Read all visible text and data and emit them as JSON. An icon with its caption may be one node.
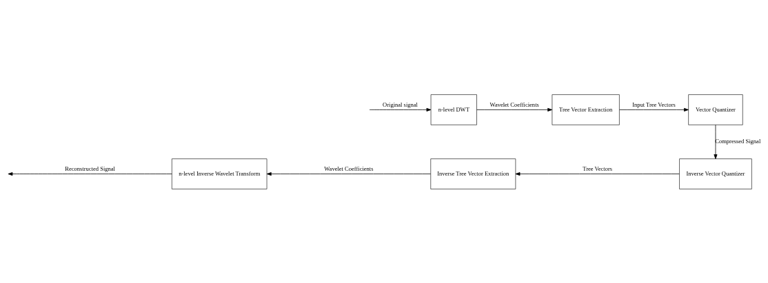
{
  "diagram": {
    "nodes": [
      {
        "text": [
          "n-level DWT"
        ]
      },
      {
        "text": [
          "Tree Vector Extraction"
        ]
      },
      {
        "text": [
          "Vector Quantizer"
        ]
      },
      {
        "text": [
          "Inverse Vector Quantizer"
        ]
      },
      {
        "text": [
          "Inverse Tree Vector Extraction"
        ]
      },
      {
        "text": [
          "n-level Inverse Wavelet Transform"
        ]
      }
    ],
    "edges": [
      {
        "from": null,
        "to": 0,
        "arrow": "to",
        "label": "Original signal"
      },
      {
        "from": 0,
        "to": 1,
        "arrow": "to",
        "label": "Wavelet Coefficients"
      },
      {
        "from": 1,
        "to": 2,
        "arrow": "to",
        "label": "Input Tree Vectors"
      },
      {
        "from": 2,
        "to": 3,
        "arrow": "to",
        "label": "Compressed Signal"
      },
      {
        "from": 3,
        "to": 4,
        "arrow": "to",
        "label": "Tree Vectors"
      },
      {
        "from": 4,
        "to": 5,
        "arrow": "to",
        "label": "Wavelet Coefficients"
      },
      {
        "from": 5,
        "to": null,
        "arrow": "to",
        "label": "Reconstructed Signal"
      }
    ]
  }
}
